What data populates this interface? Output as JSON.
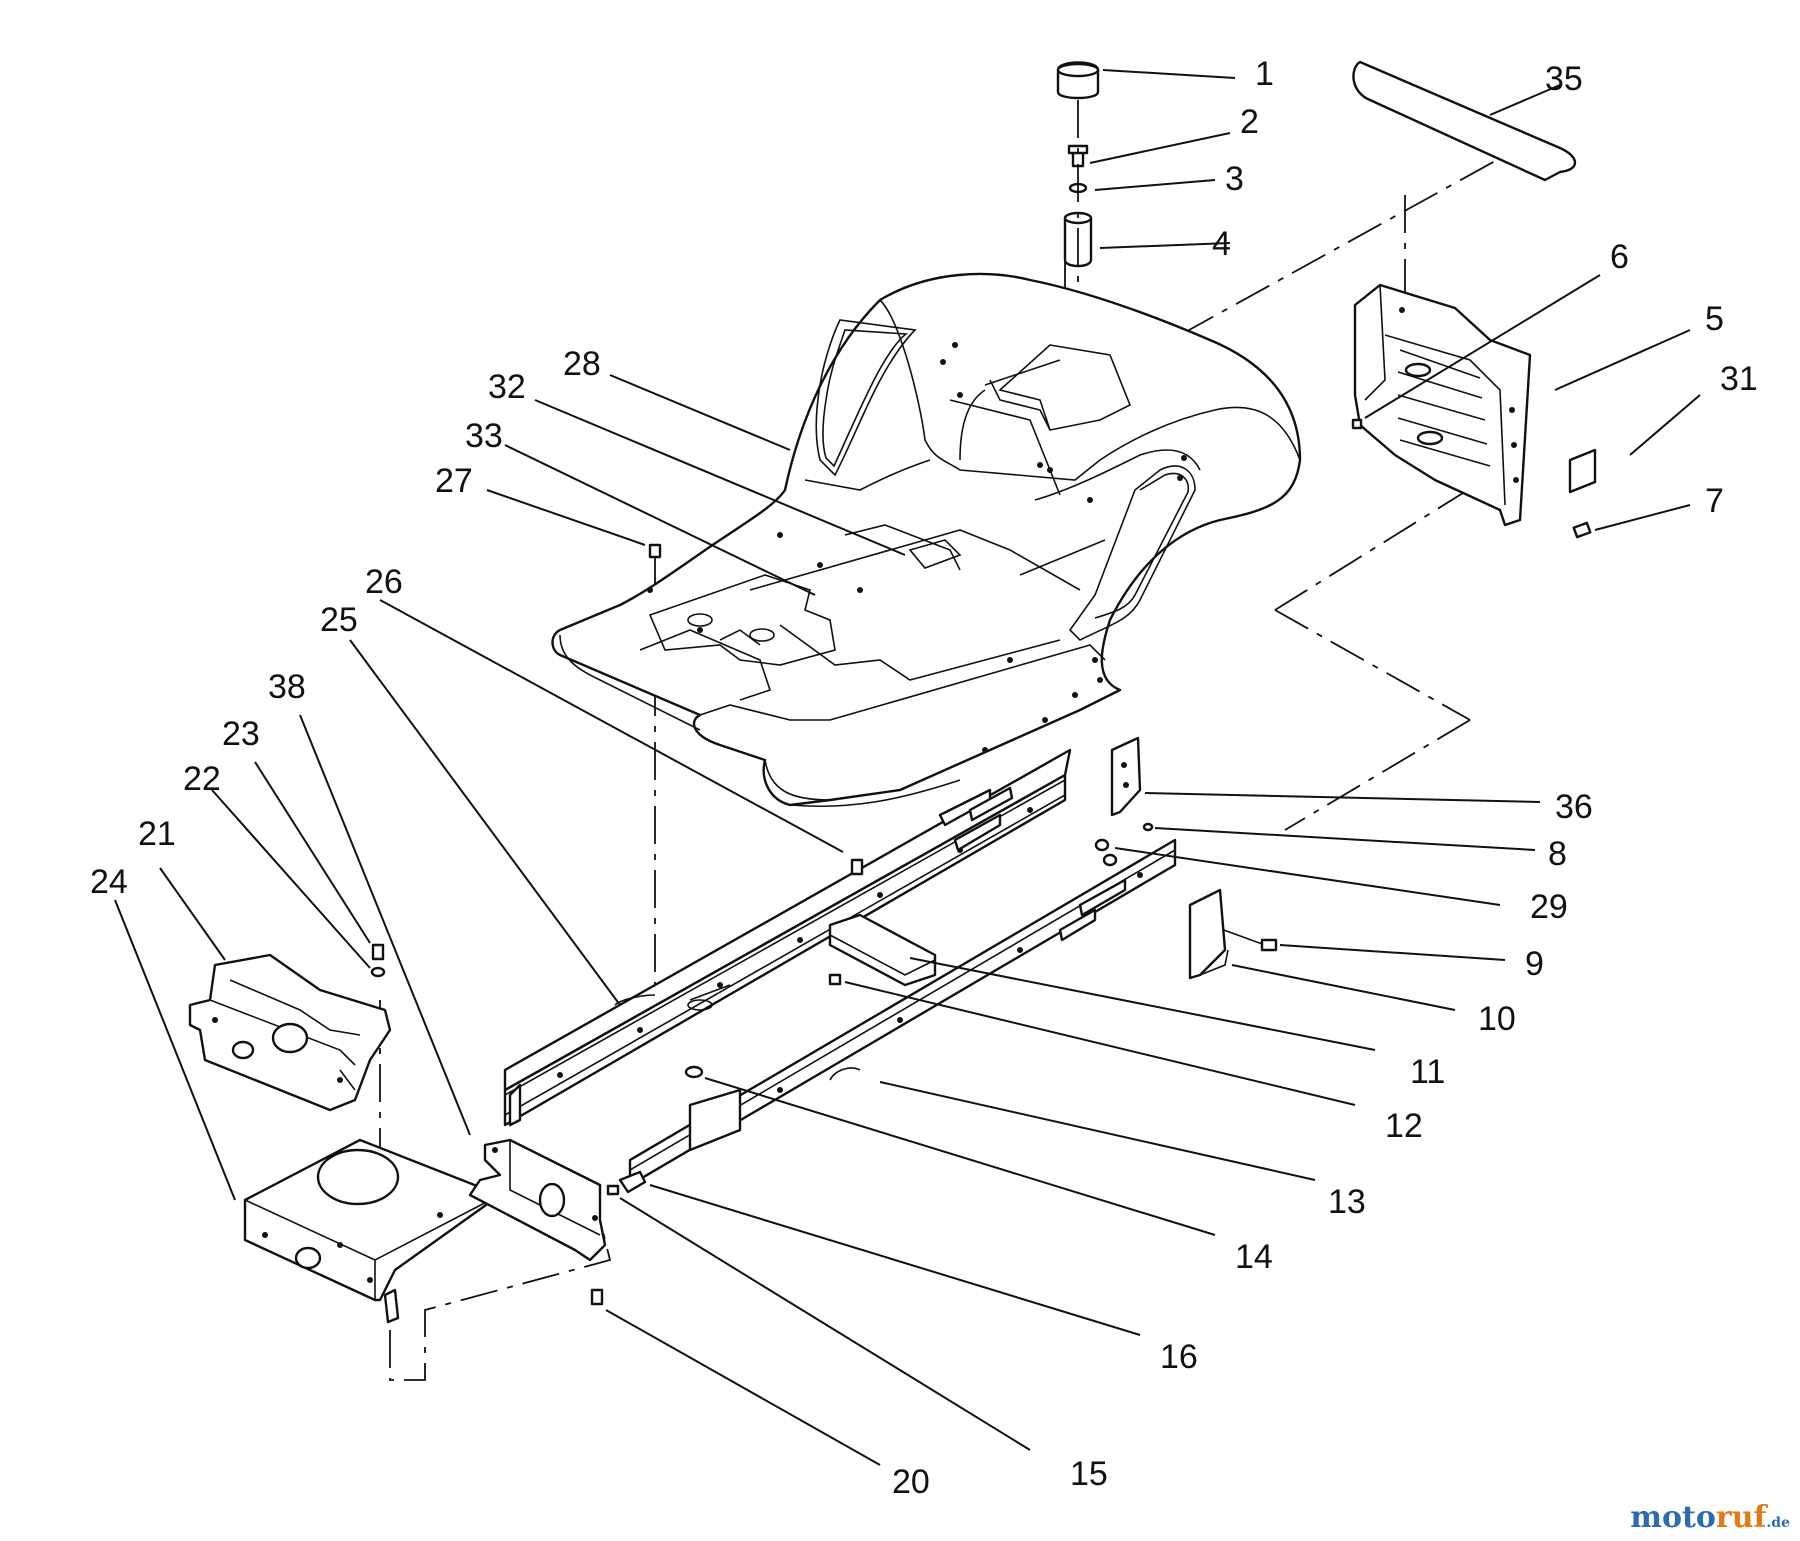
{
  "callouts": [
    {
      "id": "c1",
      "label": "1"
    },
    {
      "id": "c2",
      "label": "2"
    },
    {
      "id": "c3",
      "label": "3"
    },
    {
      "id": "c4",
      "label": "4"
    },
    {
      "id": "c35",
      "label": "35"
    },
    {
      "id": "c6",
      "label": "6"
    },
    {
      "id": "c5",
      "label": "5"
    },
    {
      "id": "c31",
      "label": "31"
    },
    {
      "id": "c7",
      "label": "7"
    },
    {
      "id": "c28",
      "label": "28"
    },
    {
      "id": "c32",
      "label": "32"
    },
    {
      "id": "c33",
      "label": "33"
    },
    {
      "id": "c27",
      "label": "27"
    },
    {
      "id": "c26",
      "label": "26"
    },
    {
      "id": "c25",
      "label": "25"
    },
    {
      "id": "c38",
      "label": "38"
    },
    {
      "id": "c23",
      "label": "23"
    },
    {
      "id": "c22",
      "label": "22"
    },
    {
      "id": "c21",
      "label": "21"
    },
    {
      "id": "c24",
      "label": "24"
    },
    {
      "id": "c36",
      "label": "36"
    },
    {
      "id": "c8",
      "label": "8"
    },
    {
      "id": "c29",
      "label": "29"
    },
    {
      "id": "c9",
      "label": "9"
    },
    {
      "id": "c10",
      "label": "10"
    },
    {
      "id": "c11",
      "label": "11"
    },
    {
      "id": "c12",
      "label": "12"
    },
    {
      "id": "c13",
      "label": "13"
    },
    {
      "id": "c14",
      "label": "14"
    },
    {
      "id": "c16",
      "label": "16"
    },
    {
      "id": "c20",
      "label": "20"
    },
    {
      "id": "c15",
      "label": "15"
    }
  ],
  "watermark": {
    "part1": "moto",
    "part2": "ruf",
    "part3": ".de"
  }
}
